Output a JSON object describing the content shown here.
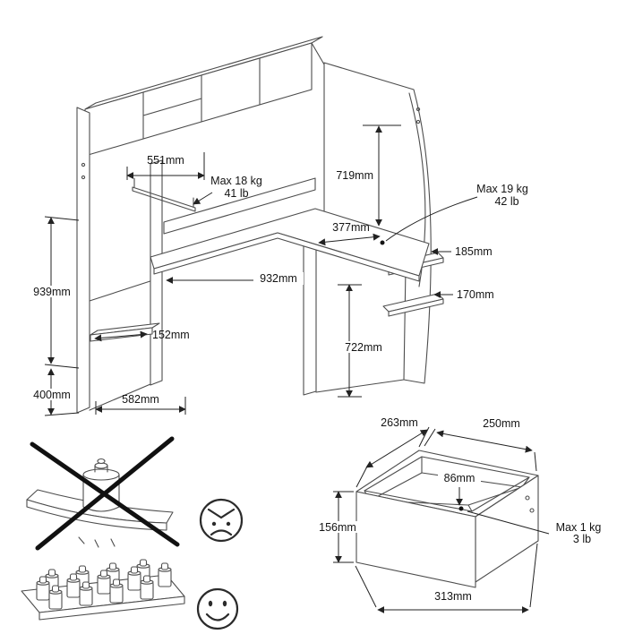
{
  "dimensions_mm": {
    "shelf_opening": "551mm",
    "right_height": "719mm",
    "desk_return_depth": "377mm",
    "desk_width": "932mm",
    "right_shelf_upper": "185mm",
    "right_shelf_lower": "170mm",
    "left_shelf_gap": "152mm",
    "under_desk_height": "722mm",
    "left_height_upper": "939mm",
    "left_height_lower": "400mm",
    "base_depth": "582mm"
  },
  "max_loads": {
    "rail": {
      "kg": "Max 18 kg",
      "lb": "41 lb"
    },
    "desktop": {
      "kg": "Max 19 kg",
      "lb": "42 lb"
    },
    "drawer": {
      "kg": "Max 1 kg",
      "lb": "3 lb"
    }
  },
  "drawer_dimensions_mm": {
    "depth": "263mm",
    "width": "250mm",
    "inner_height": "86mm",
    "front_height": "156mm",
    "front_width": "313mm"
  },
  "colors": {
    "line": "#4d4d4d",
    "dimension": "#222222",
    "text": "#141414",
    "background": "#ffffff"
  }
}
